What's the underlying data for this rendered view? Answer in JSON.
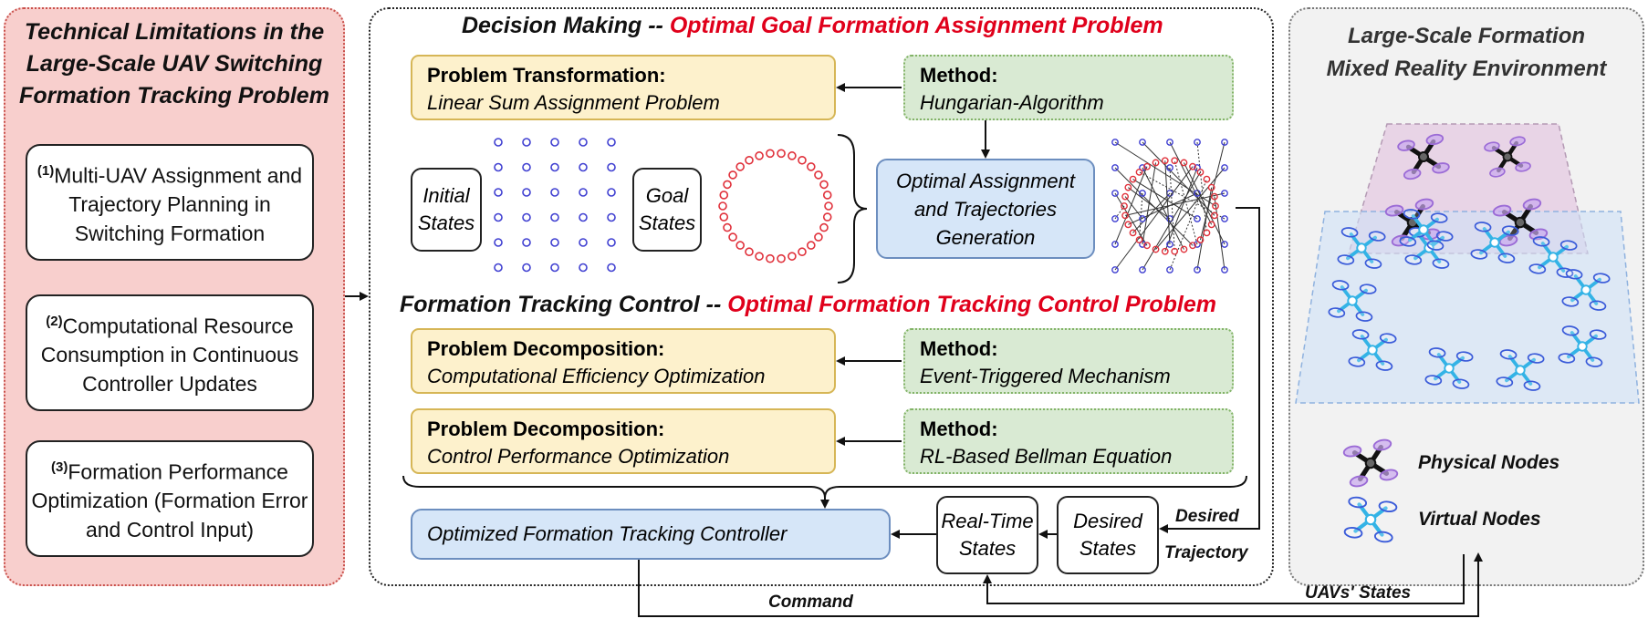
{
  "left_panel": {
    "title": "Technical Limitations in the\nLarge-Scale UAV Switching\nFormation Tracking Problem",
    "items": [
      {
        "num": "(1)",
        "text": "Multi-UAV Assignment and Trajectory Planning in Switching Formation"
      },
      {
        "num": "(2)",
        "text": "Computational Resource Consumption in Continuous Controller Updates"
      },
      {
        "num": "(3)",
        "text": "Formation Performance Optimization (Formation Error and Control Input)"
      }
    ]
  },
  "decision": {
    "heading_black": "Decision Making -- ",
    "heading_red": "Optimal Goal Formation Assignment Problem",
    "transform_title": "Problem Transformation:",
    "transform_text": "Linear Sum Assignment Problem",
    "method_title": "Method:",
    "method_text": "Hungarian-Algorithm",
    "initial_states": "Initial States",
    "goal_states": "Goal States",
    "optimal_box": "Optimal Assignment and Trajectories Generation"
  },
  "control": {
    "heading_black": "Formation Tracking Control -- ",
    "heading_red": "Optimal Formation Tracking Control Problem",
    "decomp1_title": "Problem Decomposition:",
    "decomp1_text": "Computational Efficiency Optimization",
    "method1_title": "Method:",
    "method1_text": "Event-Triggered Mechanism",
    "decomp2_title": "Problem Decomposition:",
    "decomp2_text": "Control Performance Optimization",
    "method2_title": "Method:",
    "method2_text": "RL-Based Bellman Equation",
    "controller": "Optimized Formation Tracking Controller",
    "realtime": "Real-Time States",
    "desired_states": "Desired States",
    "desired_traj_1": "Desired",
    "desired_traj_2": "Trajectory"
  },
  "bottom": {
    "command": "Command",
    "uav_states": "UAVs' States"
  },
  "right_panel": {
    "title": "Large-Scale Formation\nMixed Reality Environment",
    "physical": "Physical Nodes",
    "virtual": "Virtual Nodes"
  },
  "colors": {
    "red_heading": "#e0001b",
    "physical_drone": "#111111",
    "physical_glow": "#9b6bd6",
    "virtual_drone": "#33b3e6",
    "virtual_ring": "#3a5bd9",
    "initial_dot": "#3f3fd1",
    "goal_dot": "#e0303a"
  }
}
